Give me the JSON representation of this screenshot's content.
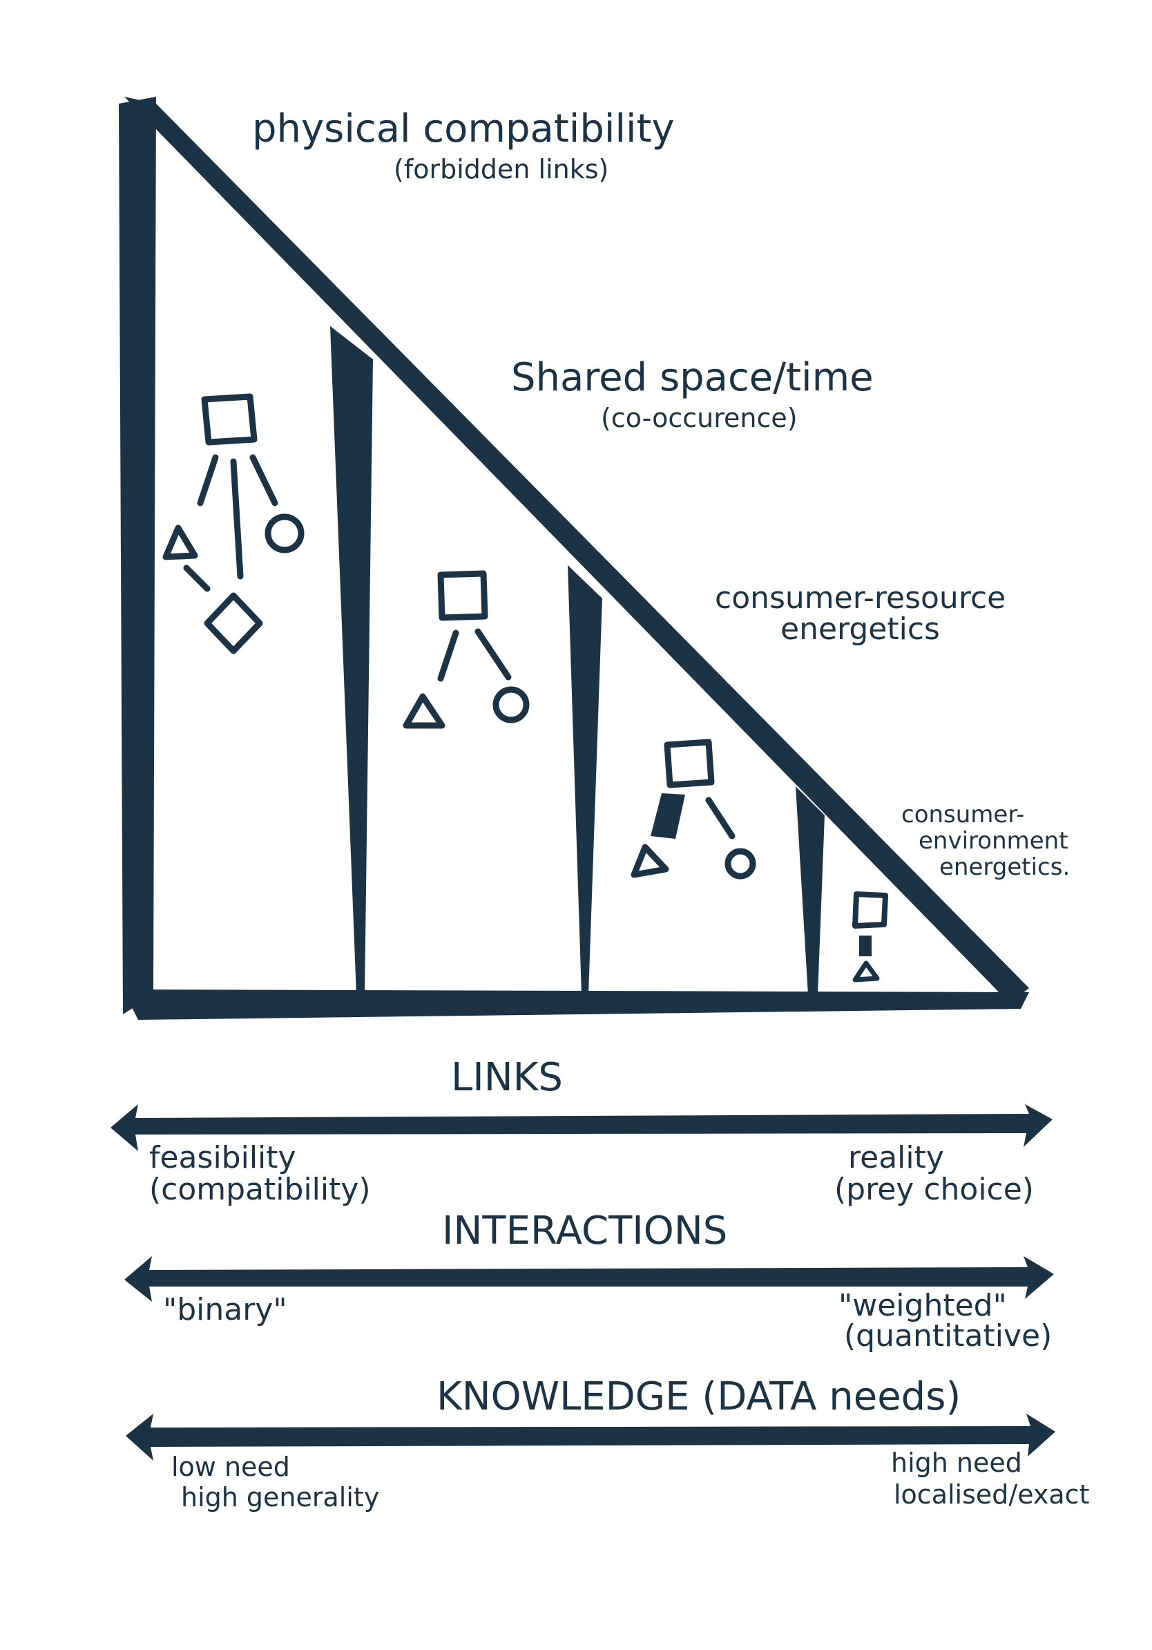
{
  "colors": {
    "ink": "#1b3344",
    "background": "#ffffff"
  },
  "triangle": {
    "levels": [
      {
        "title": "physical compatibility",
        "subtitle": "(forbidden links)"
      },
      {
        "title": "Shared space/time",
        "subtitle": "(co-occurence)"
      },
      {
        "title": "consumer-resource",
        "subtitle": "energetics"
      },
      {
        "title": "consumer-",
        "subtitle": "environment",
        "subtitle2": "energetics."
      }
    ],
    "glyphs": [
      [
        "square",
        "triangle",
        "circle",
        "diamond"
      ],
      [
        "square",
        "triangle",
        "circle"
      ],
      [
        "square",
        "filled-block",
        "triangle",
        "circle"
      ],
      [
        "square",
        "filled-block",
        "triangle"
      ]
    ]
  },
  "scales": [
    {
      "title": "LINKS",
      "left_1": "feasibility",
      "left_2": "(compatibility)",
      "right_1": "reality",
      "right_2": "(prey choice)"
    },
    {
      "title": "INTERACTIONS",
      "left_1": "\"binary\"",
      "left_2": "",
      "right_1": "\"weighted\"",
      "right_2": "(quantitative)"
    },
    {
      "title": "KNOWLEDGE (DATA needs)",
      "left_1": "low need",
      "left_2": "high generality",
      "right_1": "high need",
      "right_2": "localised/exact"
    }
  ]
}
